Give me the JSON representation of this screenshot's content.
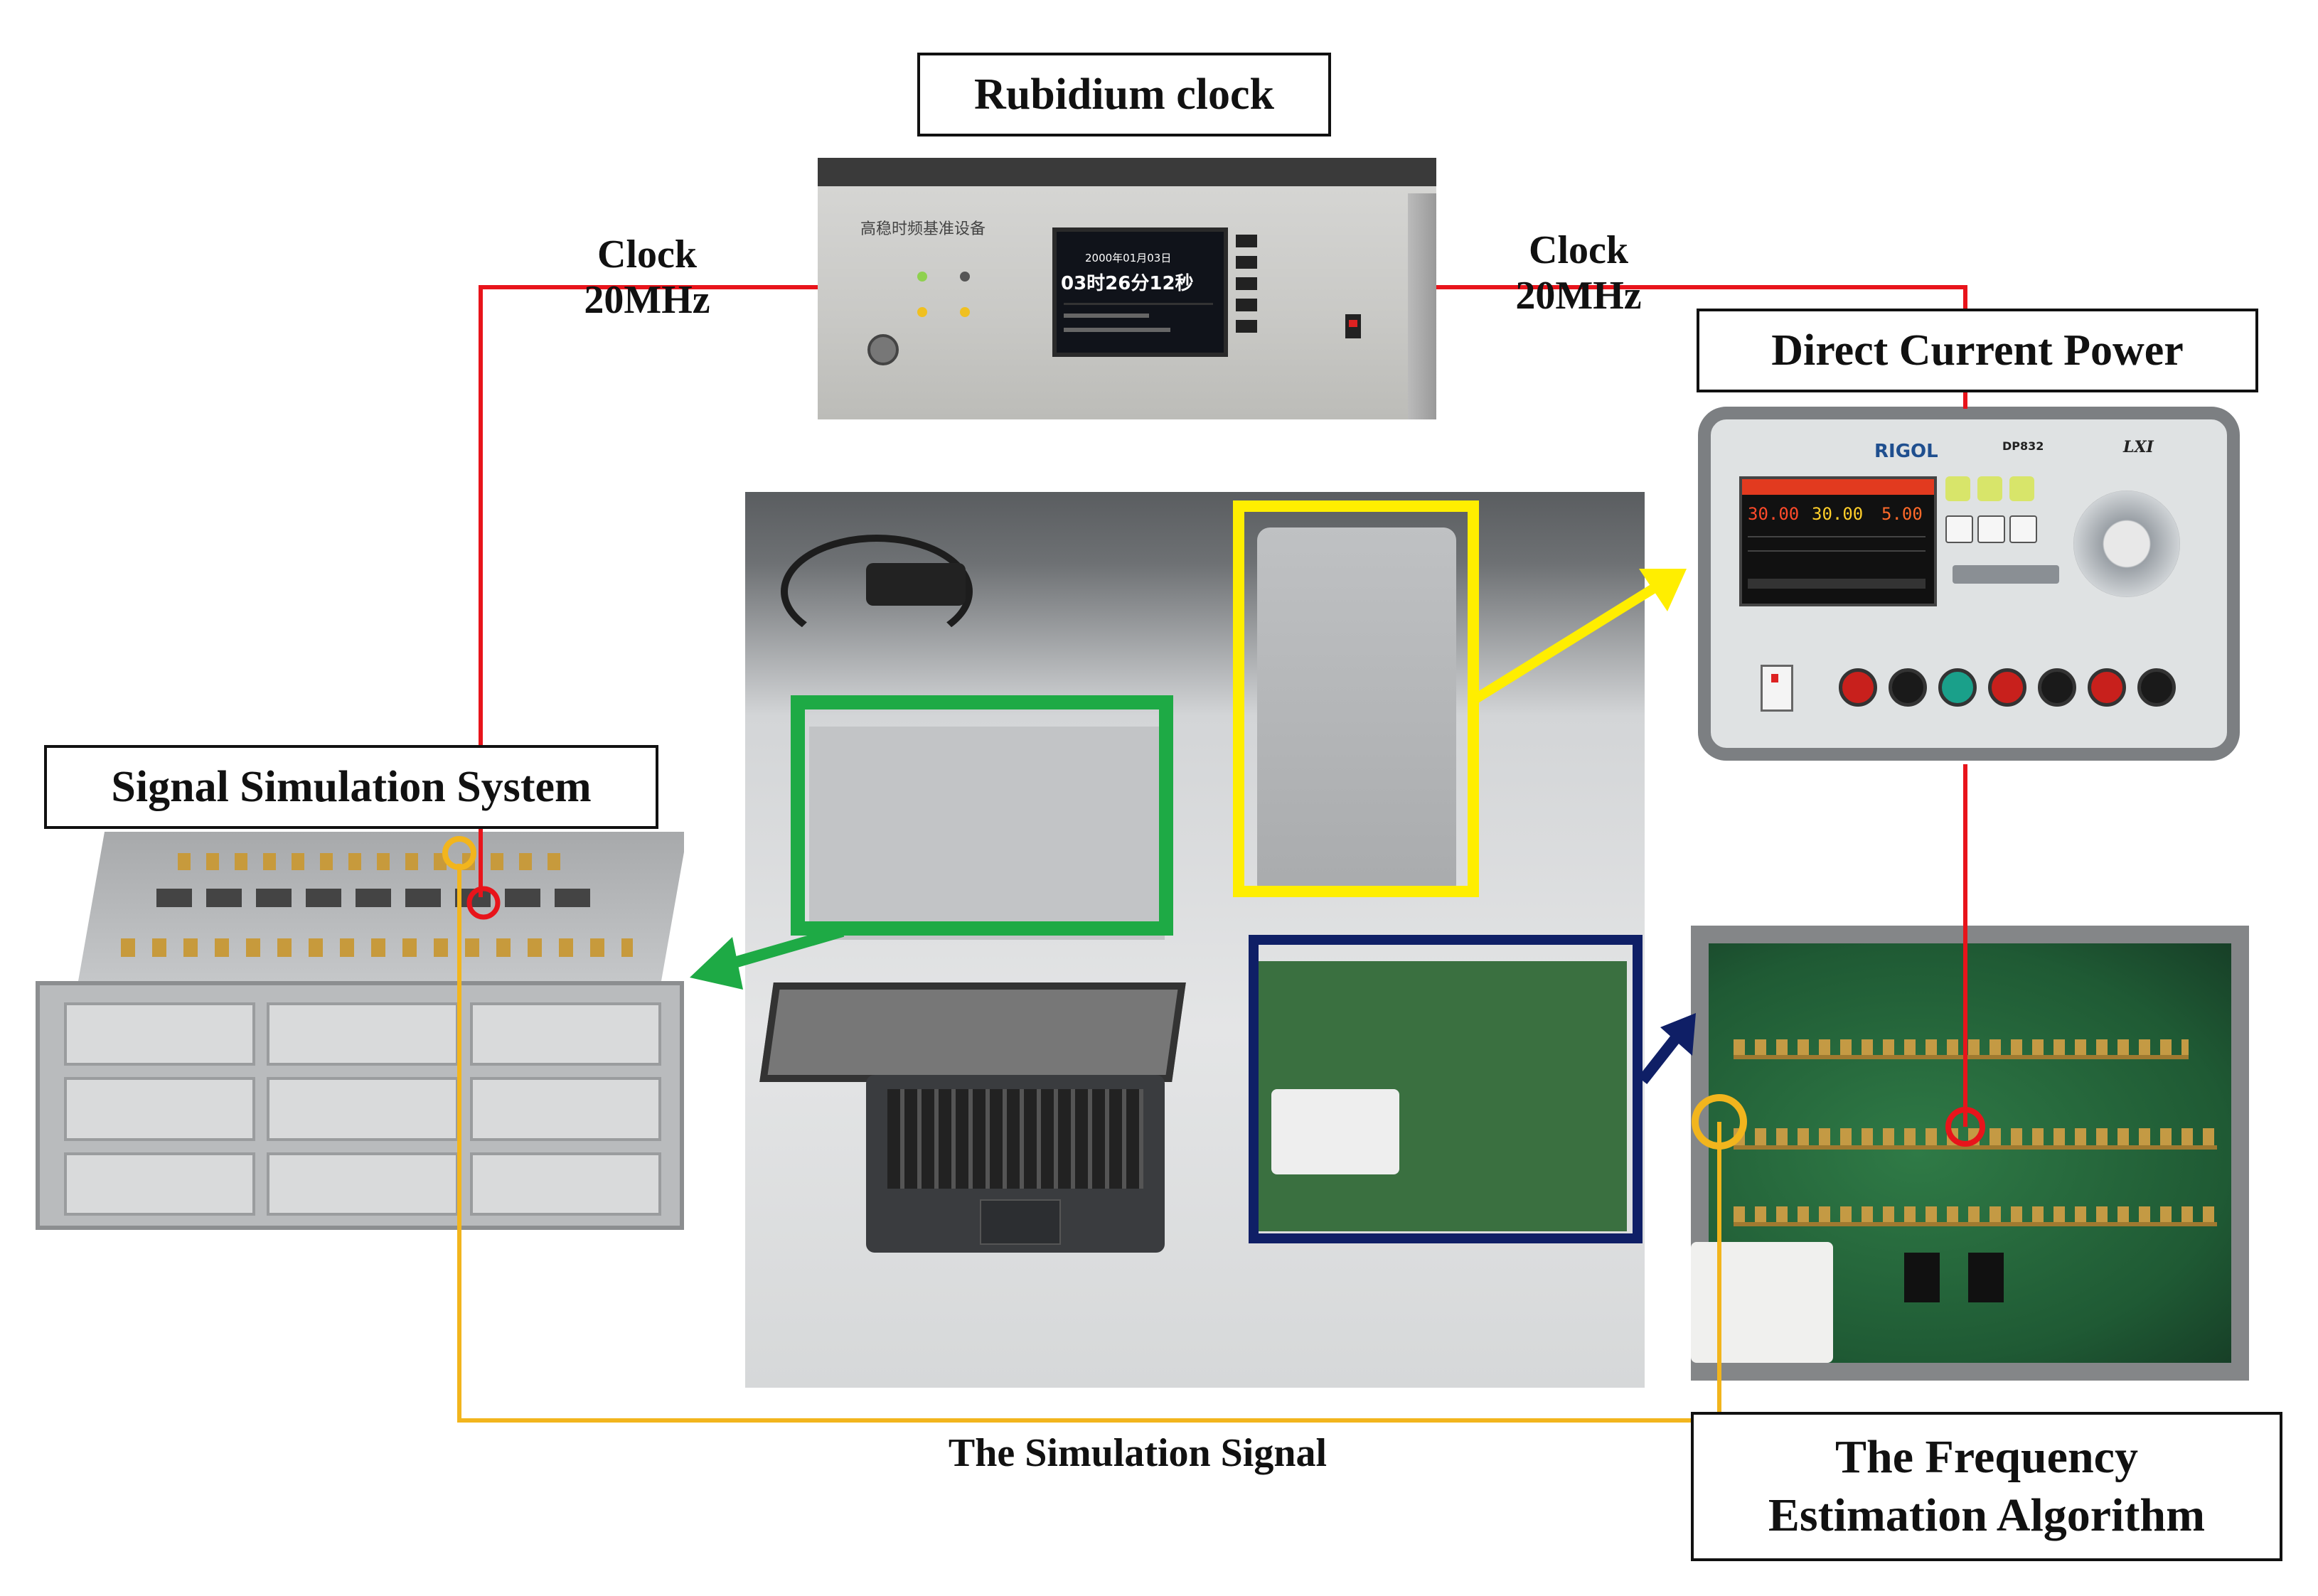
{
  "labels": {
    "rubidium_clock": "Rubidium clock",
    "clock_left": "Clock",
    "freq_left": "20MHz",
    "clock_right": "Clock",
    "freq_right": "20MHz",
    "dc_power": "Direct Current Power",
    "signal_sim": "Signal Simulation System",
    "sim_signal": "The Simulation Signal",
    "freq_est_1": "The Frequency",
    "freq_est_2": "Estimation Algorithm"
  },
  "device_text": {
    "rubidium_panel_title": "高稳时频基准设备",
    "rubidium_date": "2000年01月03日",
    "rubidium_time": "03时26分12秒",
    "rigol_brand": "RIGOL",
    "rigol_model": "DP832",
    "rigol_lxi": "LXI",
    "rigol_v1": "30.00",
    "rigol_v2": "30.00",
    "rigol_v3": "5.00"
  },
  "colors": {
    "clock_wire": "#e8141b",
    "signal_wire": "#f2b51d",
    "green_box": "#1eaa45",
    "yellow_box": "#ffee00",
    "navy_box": "#0f1f66"
  }
}
